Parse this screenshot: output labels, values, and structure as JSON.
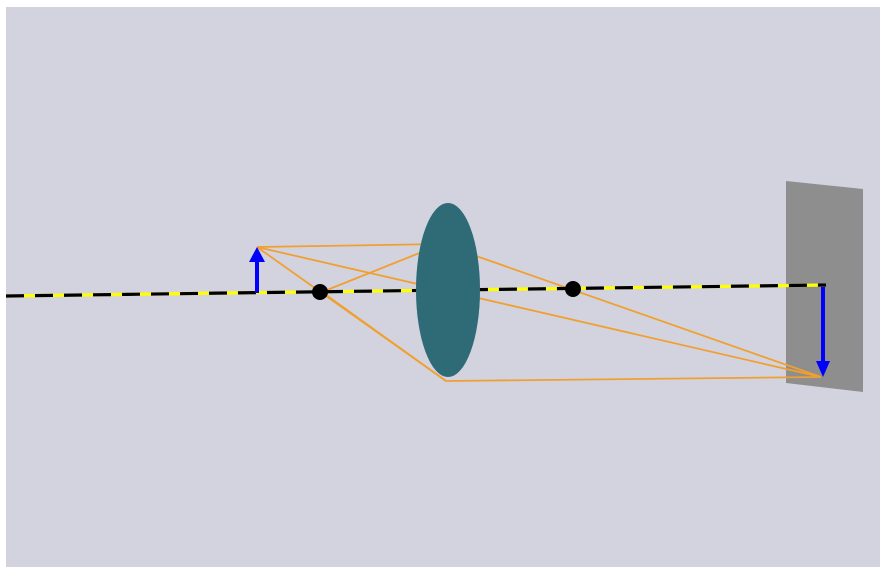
{
  "scene": {
    "kind": "thin-lens-ray-diagram",
    "objects": {
      "object_arrow": {
        "direction": "up",
        "color": "#0000ff"
      },
      "image_arrow": {
        "direction": "down",
        "color": "#0000ff"
      },
      "lens": {
        "type": "converging",
        "color": "#2a6570"
      },
      "screen": {
        "color": "#8e8e8e"
      },
      "focal_points": {
        "count": 2,
        "color": "#000000"
      }
    },
    "colors": {
      "background": "#d3d3e0",
      "axis_primary": "#000000",
      "axis_secondary": "#ffff00",
      "rays": "#f0a030"
    }
  }
}
